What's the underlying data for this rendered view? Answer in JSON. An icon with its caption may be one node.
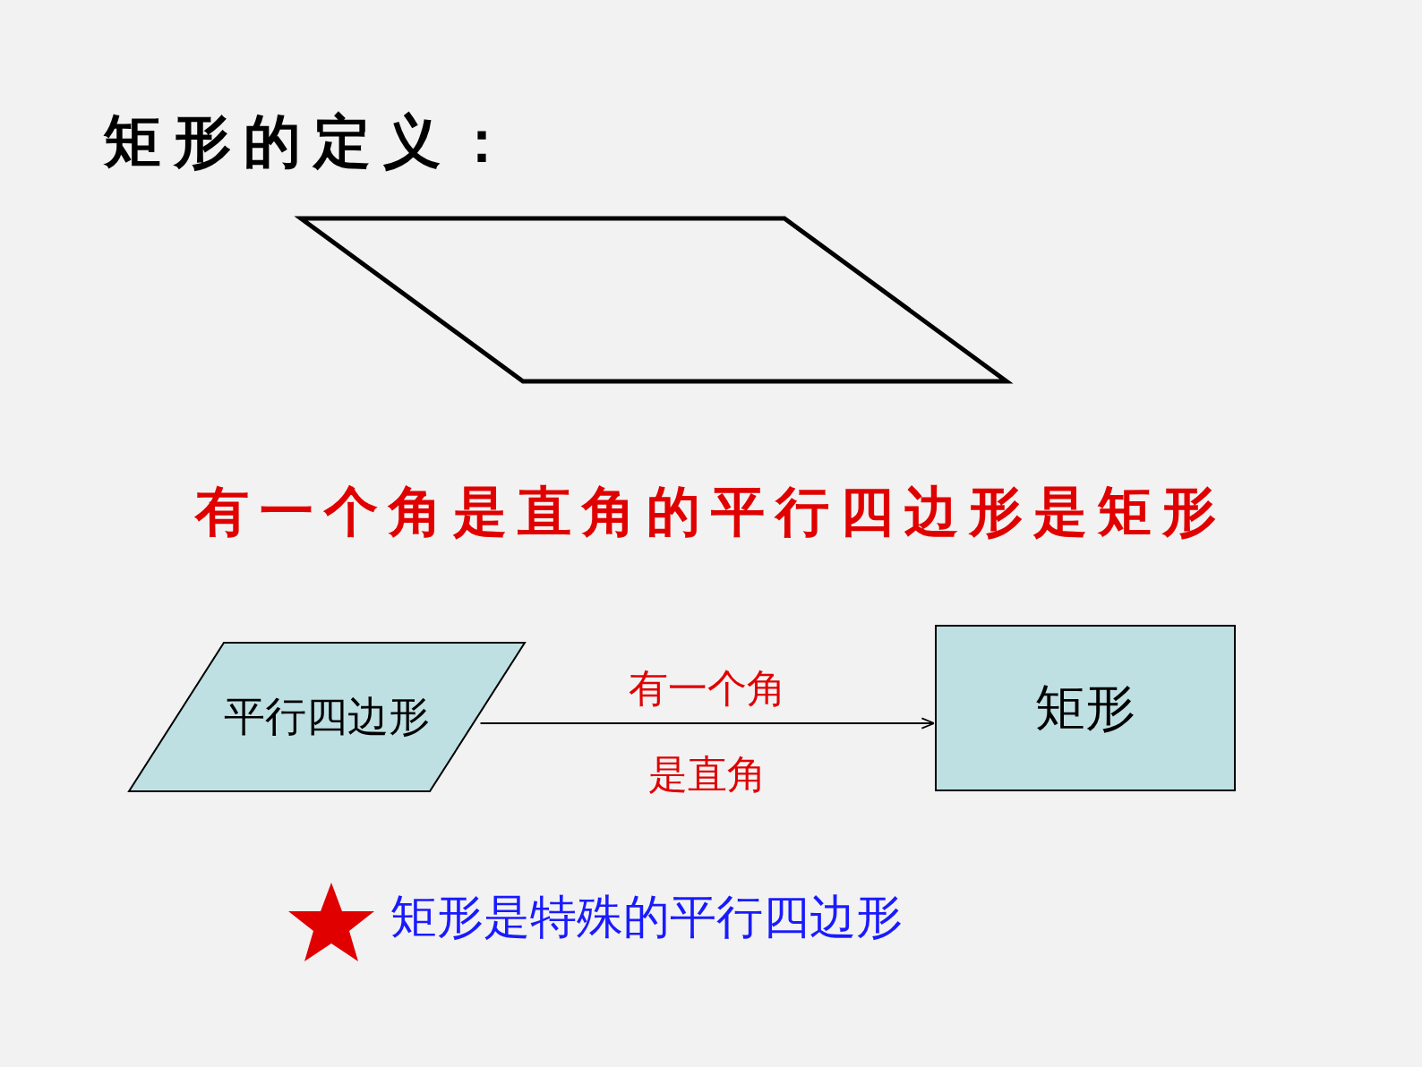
{
  "diagram": {
    "title": "矩形的定义：",
    "nodes": [
      {
        "text": [],
        "shape": "parallelogram"
      },
      {
        "text": [
          "平行四边形"
        ]
      },
      {
        "text": [
          "矩形"
        ]
      }
    ],
    "edges": [
      {
        "from": 1,
        "to": 2,
        "arrow": "to",
        "label": "有一个角是直角"
      }
    ],
    "labels": [
      "有一个角是直角的平行四边形是矩形",
      "矩形是特殊的平行四边形"
    ]
  }
}
